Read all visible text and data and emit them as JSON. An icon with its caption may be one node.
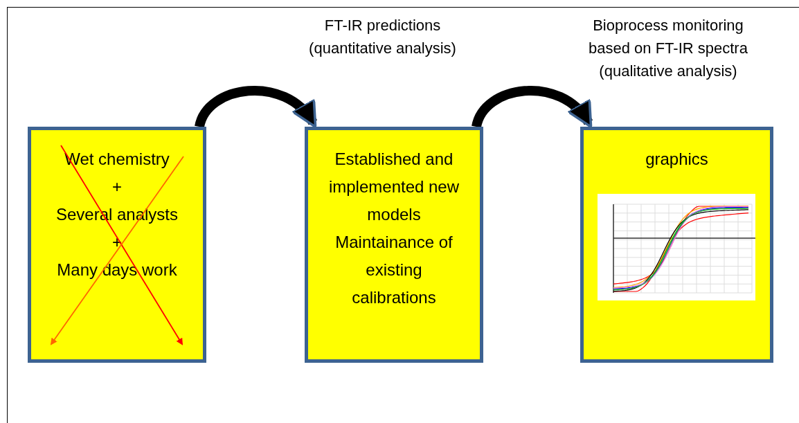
{
  "diagram": {
    "nodes": [
      {
        "text": [
          "Wet chemistry",
          "+",
          "Several analysts",
          "+",
          "Many days work"
        ]
      },
      {
        "text": [
          "Established and implemented new models",
          "Maintainance of existing calibrations"
        ]
      },
      {
        "text": [
          "graphics"
        ]
      }
    ],
    "labels": [
      "FT-IR predictions (quantitative analysis)",
      "Bioprocess monitoring based on FT-IR spectra (qualitative analysis)"
    ],
    "edges": [
      {
        "from": 0,
        "to": 1,
        "arrow": "to"
      },
      {
        "from": 1,
        "to": 2,
        "arrow": "to"
      }
    ]
  }
}
